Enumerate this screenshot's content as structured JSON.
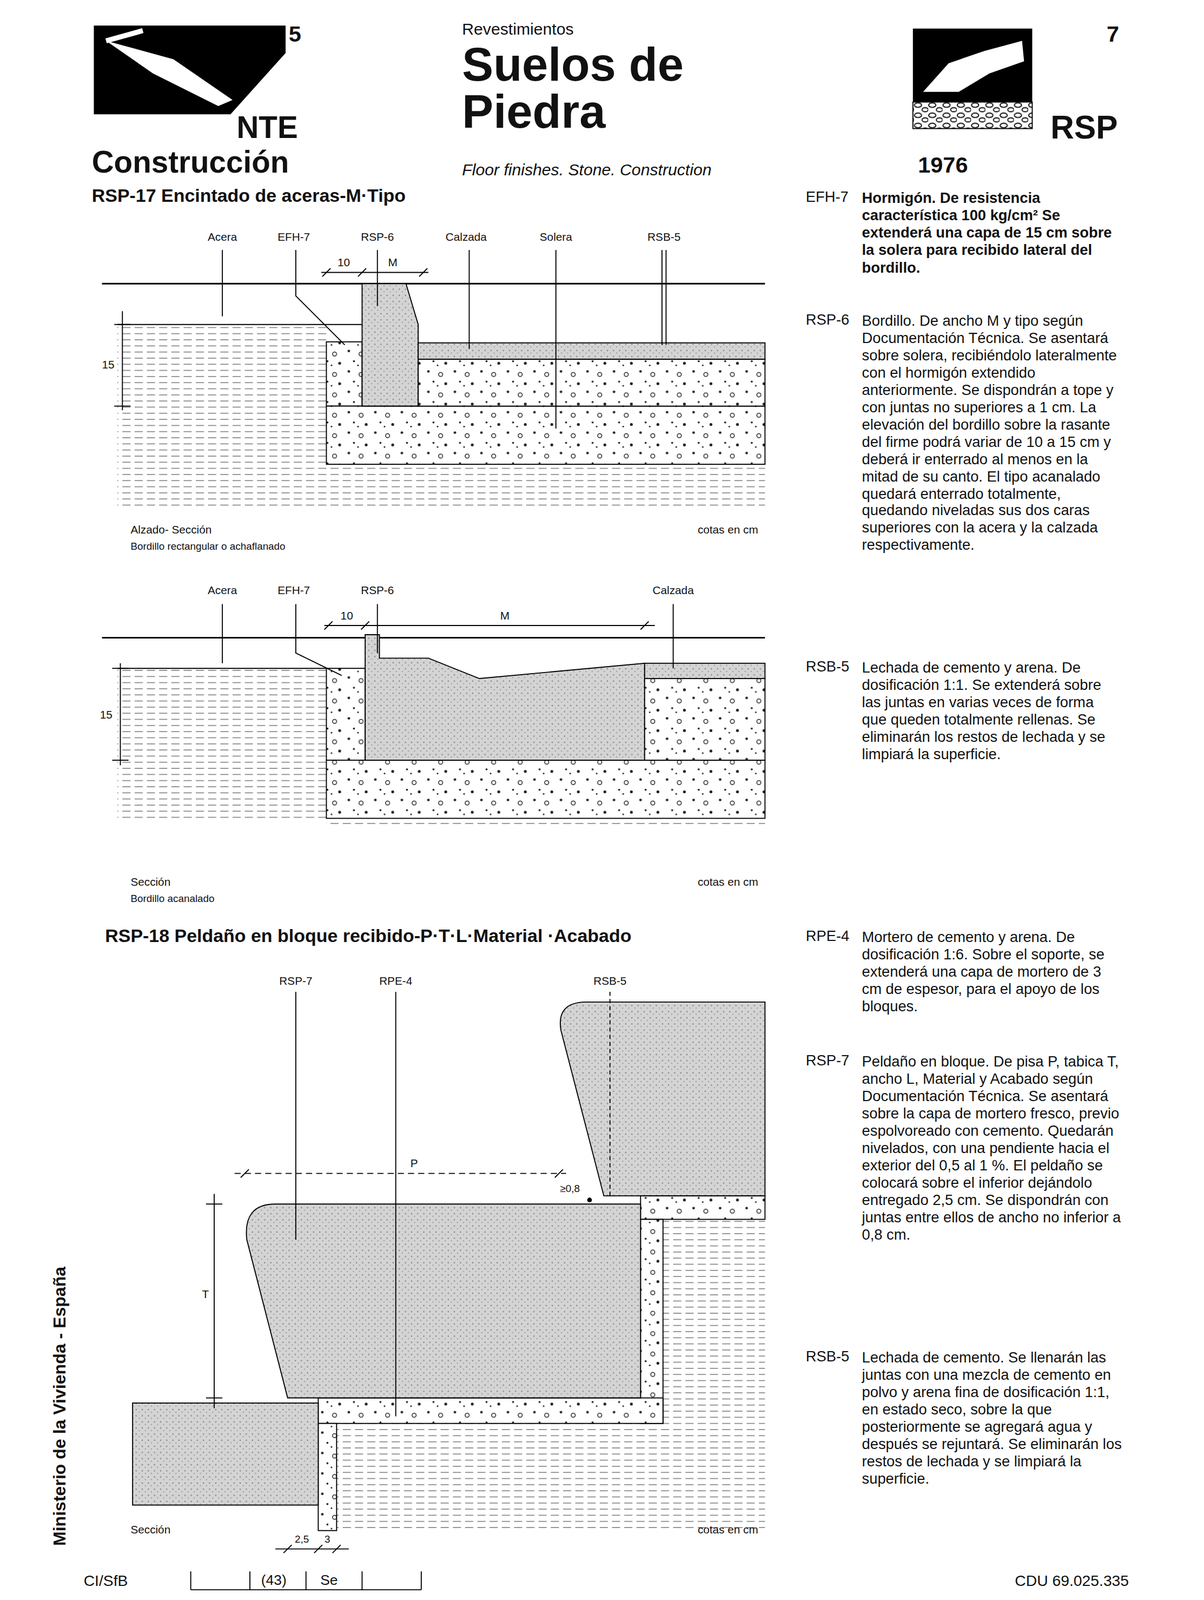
{
  "diagram": {
    "title": "Suelos de Piedra",
    "labels": [
      "5",
      "Revestimientos",
      "7",
      "NTE",
      "RSP",
      "Construcción",
      "Floor finishes. Stone. Construction",
      "1976",
      "RSP-17 Encintado de aceras-M·Tipo",
      "Acera",
      "EFH-7",
      "RSP-6",
      "Calzada",
      "Solera",
      "RSB-5",
      "10",
      "M",
      "15",
      "Alzado- Sección",
      "Bordillo rectangular o achaflanado",
      "cotas en cm",
      "Acera",
      "EFH-7",
      "RSP-6",
      "Calzada",
      "10",
      "M",
      "15",
      "Sección",
      "Bordillo acanalado",
      "cotas en cm",
      "EFH-7",
      "Hormigón. De resistencia característica 100 kg/cm² Se extenderá una capa de 15 cm sobre la solera para recibido lateral del bordillo.",
      "RSP-6",
      "Bordillo. De ancho M y tipo según Documentación Técnica. Se asentará sobre solera, recibiéndolo lateralmente con el hormigón extendido anteriormente. Se dispondrán a tope y con juntas no superiores a 1 cm. La elevación del bordillo sobre la rasante del firme podrá variar de 10 a 15 cm y deberá ir enterrado al menos en la mitad de su canto. El tipo acanalado quedará enterrado totalmente, quedando niveladas sus dos caras superiores con la acera y la calzada respectivamente.",
      "RSB-5",
      "Lechada de cemento y arena. De dosificación 1:1. Se extenderá sobre las juntas en varias veces de forma que queden totalmente rellenas. Se eliminarán los restos de lechada y se limpiará la superficie.",
      "RSP-18 Peldaño en bloque recibido-P·T·L·Material ·Acabado",
      "RSP-7",
      "RPE-4",
      "RSB-5",
      "P",
      "≥0,8",
      "T",
      "2,5",
      "3",
      "Sección",
      "cotas en cm",
      "RPE-4",
      "Mortero de cemento y arena. De dosificación 1:6. Sobre el soporte, se extenderá una capa de mortero de 3 cm de espesor, para el apoyo de los bloques.",
      "RSP-7",
      "Peldaño en bloque. De pisa P, tabica T, ancho L, Material y Acabado según Documentación Técnica. Se asentará sobre la capa de mortero fresco, previo espolvoreado con cemento. Quedarán nivelados, con una pendiente hacia el exterior del 0,5 al 1 %. El peldaño se colocará sobre el inferior dejándolo entregado 2,5 cm. Se dispondrán con juntas entre ellos de ancho no inferior a 0,8 cm.",
      "RSB-5",
      "Lechada de cemento. Se llenarán las juntas con una mezcla de cemento en polvo y arena fina de dosificación 1:1, en estado seco, sobre la que posteriormente se agregará agua y después se rejuntará. Se eliminarán los restos de lechada y se limpiará la superficie.",
      "Ministerio de la Vivienda - España",
      "CI/SfB",
      "(43)",
      "Se",
      "CDU 69.025.335"
    ]
  }
}
